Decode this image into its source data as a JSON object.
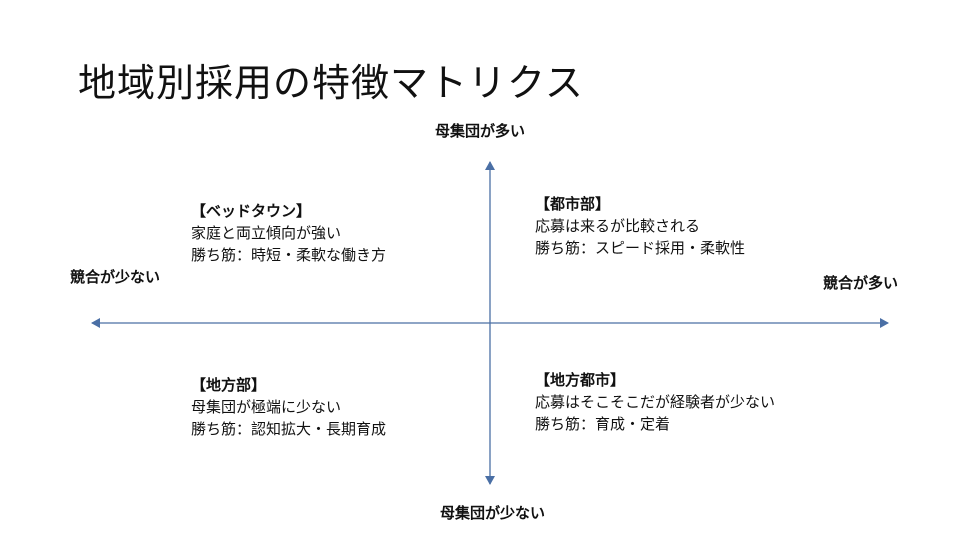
{
  "title": "地域別採用の特徴マトリクス",
  "axes": {
    "top": "母集団が多い",
    "bottom": "母集団が少ない",
    "left": "競合が少ない",
    "right": "競合が多い"
  },
  "quadrants": {
    "top_left": {
      "heading": "【ベッドタウン】",
      "line1": "家庭と両立傾向が強い",
      "line2": "勝ち筋：時短・柔軟な働き方"
    },
    "top_right": {
      "heading": "【都市部】",
      "line1": "応募は来るが比較される",
      "line2": "勝ち筋：スピード採用・柔軟性"
    },
    "bottom_left": {
      "heading": "【地方部】",
      "line1": "母集団が極端に少ない",
      "line2": "勝ち筋：認知拡大・長期育成"
    },
    "bottom_right": {
      "heading": "【地方都市】",
      "line1": "応募はそこそこだが経験者が少ない",
      "line2": "勝ち筋：育成・定着"
    }
  },
  "colors": {
    "axis": "#4a6fa5",
    "text": "#111111"
  }
}
